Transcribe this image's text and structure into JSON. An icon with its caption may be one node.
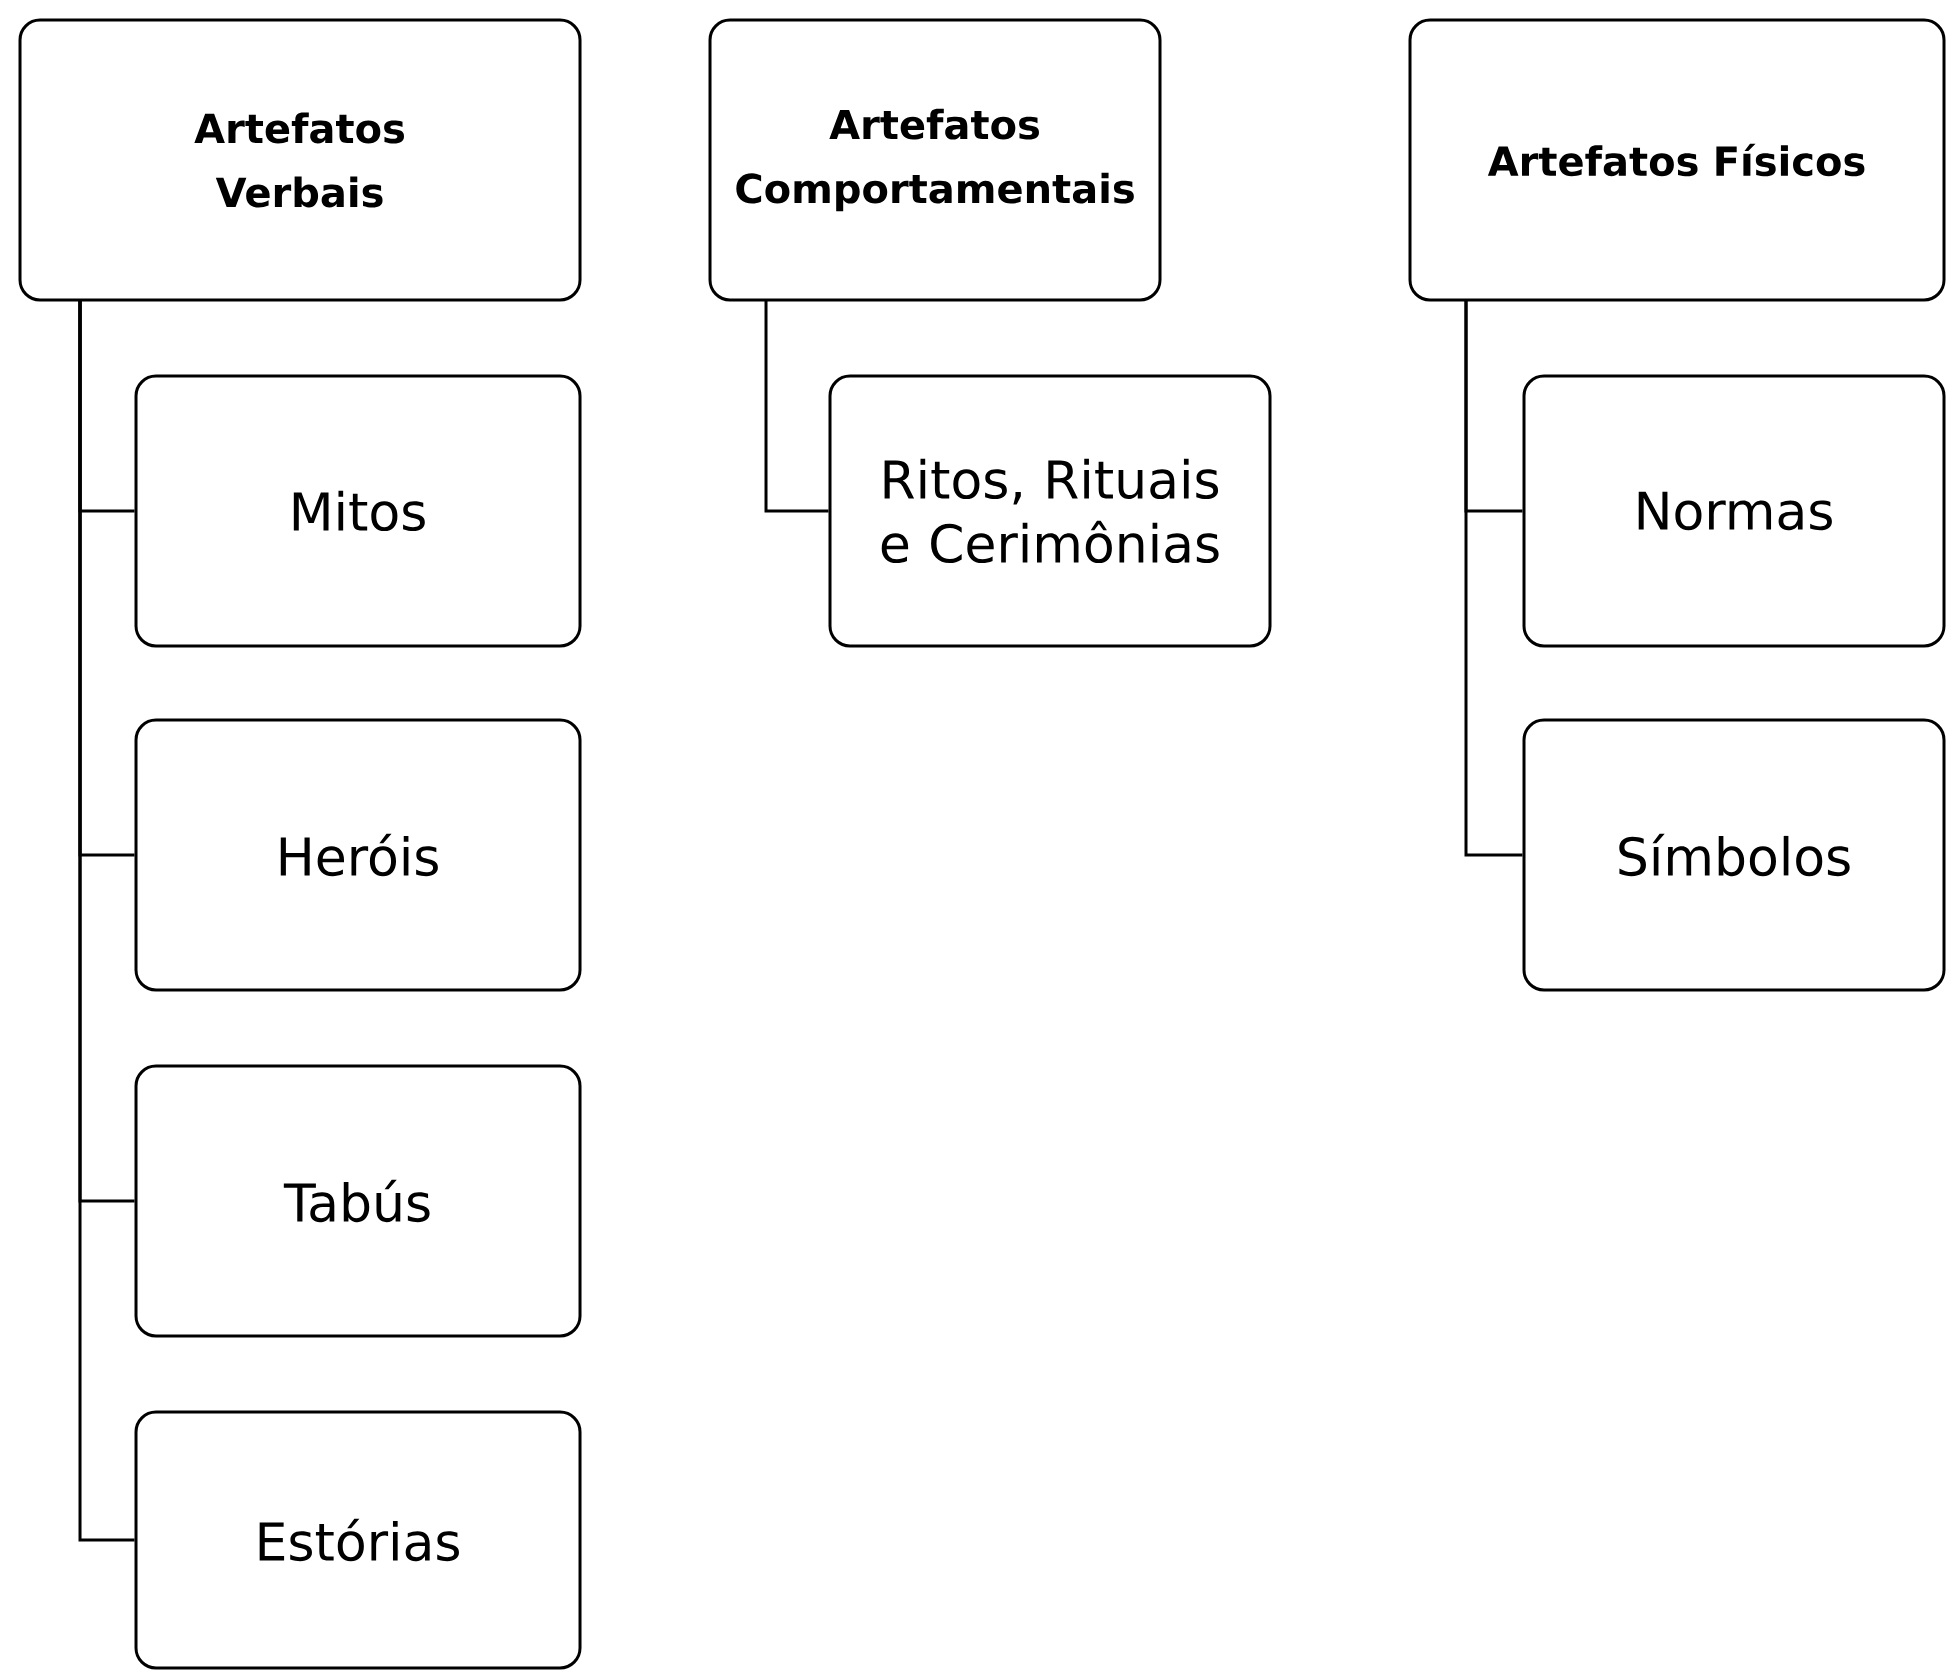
{
  "diagram": {
    "nodes": [
      {
        "text": [
          "Artefatos Verbais"
        ]
      },
      {
        "text": [
          "Mitos"
        ]
      },
      {
        "text": [
          "Heróis"
        ]
      },
      {
        "text": [
          "Tabús"
        ]
      },
      {
        "text": [
          "Estórias"
        ]
      },
      {
        "text": [
          "Artefatos Comportamentais"
        ]
      },
      {
        "text": [
          "Ritos, Rituais e Cerimônias"
        ]
      },
      {
        "text": [
          "Artefatos Físicos"
        ]
      },
      {
        "text": [
          "Normas"
        ]
      },
      {
        "text": [
          "Símbolos"
        ]
      }
    ],
    "edges": [
      {
        "from": 0,
        "to": 1,
        "arrow": "none"
      },
      {
        "from": 0,
        "to": 2,
        "arrow": "none"
      },
      {
        "from": 0,
        "to": 3,
        "arrow": "none"
      },
      {
        "from": 0,
        "to": 4,
        "arrow": "none"
      },
      {
        "from": 5,
        "to": 6,
        "arrow": "none"
      },
      {
        "from": 7,
        "to": 8,
        "arrow": "none"
      },
      {
        "from": 7,
        "to": 9,
        "arrow": "none"
      }
    ]
  }
}
